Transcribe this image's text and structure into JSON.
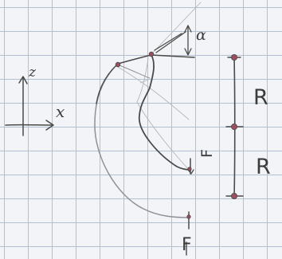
{
  "diagram": {
    "axes": {
      "x_label": "x",
      "z_label": "z"
    },
    "angle_label": "α",
    "dimension_labels": {
      "upper": "R",
      "lower": "R"
    },
    "load_labels": {
      "inner": "F",
      "outer": "F"
    },
    "colors": {
      "ink": "#4a4a4a",
      "grid": "#b3c0cf",
      "paper": "#f2f4f7",
      "point_marker": "#9a4e5e"
    }
  }
}
